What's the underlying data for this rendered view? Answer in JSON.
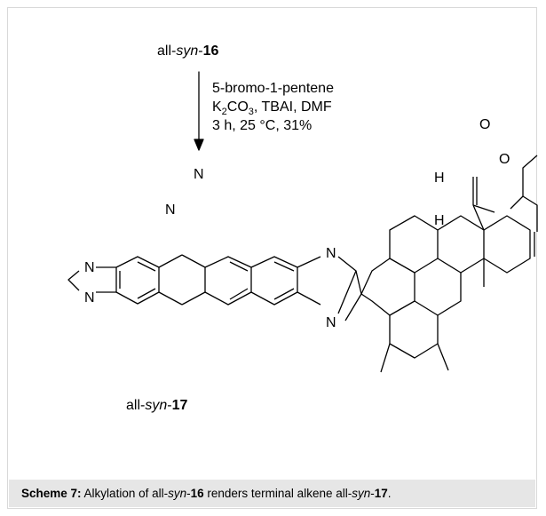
{
  "reactant": {
    "prefix": "all-",
    "stereo": "syn",
    "dash": "-",
    "number": "16"
  },
  "conditions": {
    "line1": "5-bromo-1-pentene",
    "line2_k": "K",
    "line2_sub": "2",
    "line2_co": "CO",
    "line2_sub2": "3",
    "line2_rest": ", TBAI, DMF",
    "line3": "3 h, 25 °C, 31%"
  },
  "product": {
    "prefix": "all-",
    "stereo": "syn",
    "dash": "-",
    "number": "17"
  },
  "atoms": {
    "N": "N",
    "O": "O",
    "H": "H"
  },
  "caption": {
    "label": "Scheme 7:",
    "t1": " Alkylation of all-",
    "i1": "syn",
    "t2": "-",
    "b1": "16",
    "t3": " renders terminal alkene all-",
    "i2": "syn",
    "t4": "-",
    "b2": "17",
    "t5": "."
  }
}
